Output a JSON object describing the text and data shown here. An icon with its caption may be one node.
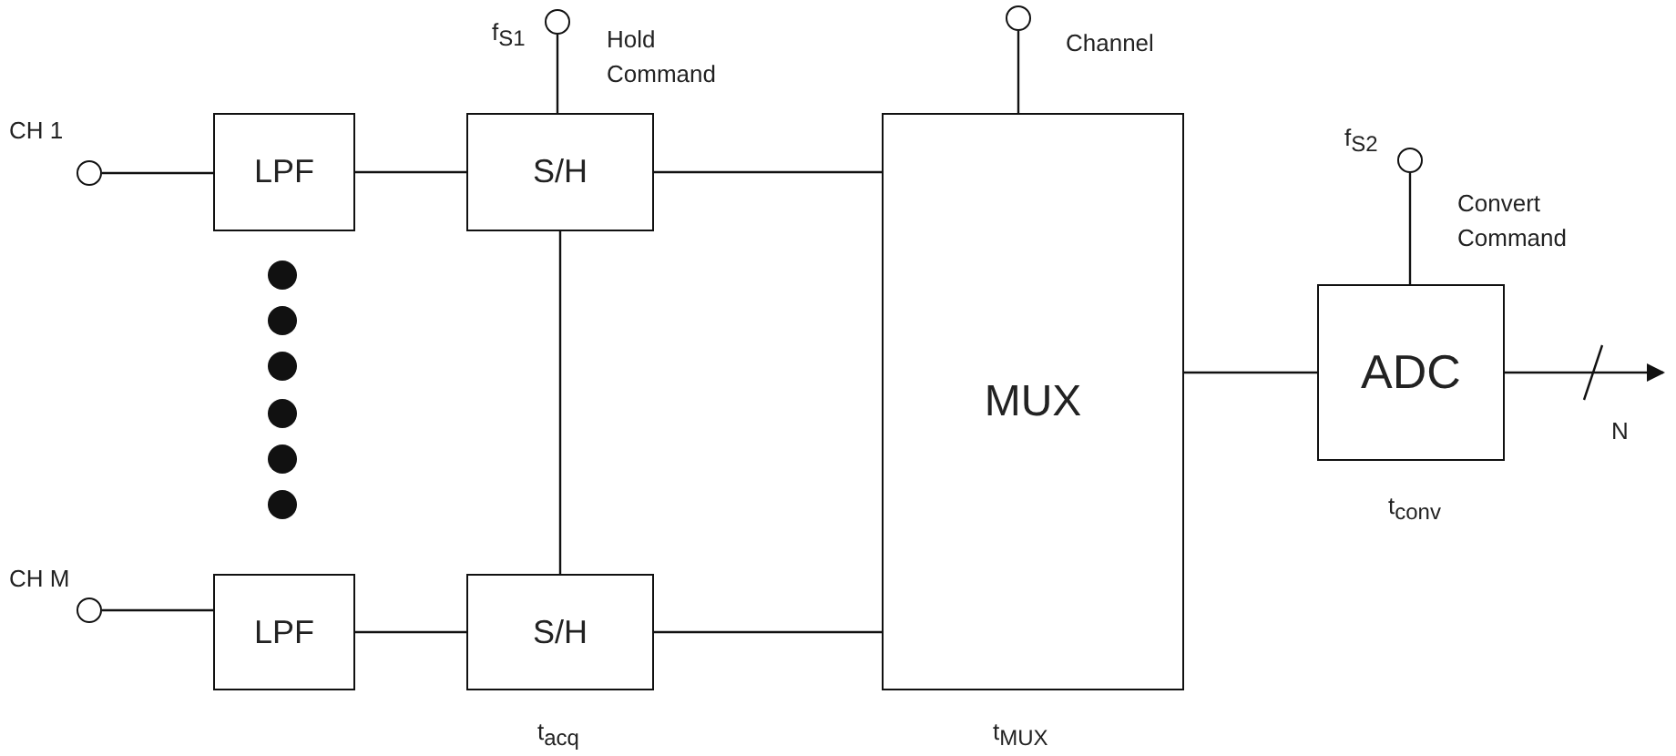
{
  "diagram": {
    "nodes": [
      {
        "text": [],
        "shape": "circle",
        "beside": [
          "CH 1"
        ]
      },
      {
        "text": [
          "LPF"
        ]
      },
      {
        "text": [
          "S/H"
        ]
      },
      {
        "text": [],
        "shape": "circle",
        "beside": [
          "f$_{S1}$",
          "Hold Command"
        ]
      },
      {
        "text": [
          "MUX"
        ],
        "beside": [
          "t$_{MUX}$"
        ]
      },
      {
        "text": [],
        "shape": "circle",
        "beside": [
          "Channel"
        ]
      },
      {
        "text": [],
        "shape": "circle",
        "beside": [
          "CH M"
        ]
      },
      {
        "text": [
          "LPF"
        ]
      },
      {
        "text": [
          "S/H"
        ],
        "beside": [
          "t$_{acq}$"
        ]
      },
      {
        "text": [
          "ADC"
        ],
        "beside": [
          "t$_{conv}$"
        ]
      },
      {
        "text": [],
        "shape": "circle",
        "beside": [
          "f$_{S2}$",
          "Convert Command"
        ]
      }
    ],
    "edges": [
      {
        "from": 0,
        "to": 1,
        "arrow": "none"
      },
      {
        "from": 1,
        "to": 2,
        "arrow": "none"
      },
      {
        "from": 3,
        "to": 2,
        "arrow": "none"
      },
      {
        "from": 2,
        "to": 4,
        "arrow": "none"
      },
      {
        "from": 2,
        "to": 8,
        "arrow": "none"
      },
      {
        "from": 5,
        "to": 4,
        "arrow": "none"
      },
      {
        "from": 6,
        "to": 7,
        "arrow": "none"
      },
      {
        "from": 7,
        "to": 8,
        "arrow": "none"
      },
      {
        "from": 8,
        "to": 4,
        "arrow": "none"
      },
      {
        "from": 4,
        "to": 9,
        "arrow": "none"
      },
      {
        "from": 10,
        "to": 9,
        "arrow": "none"
      },
      {
        "from": 9,
        "to": null,
        "arrow": "to",
        "label": "N"
      }
    ]
  }
}
